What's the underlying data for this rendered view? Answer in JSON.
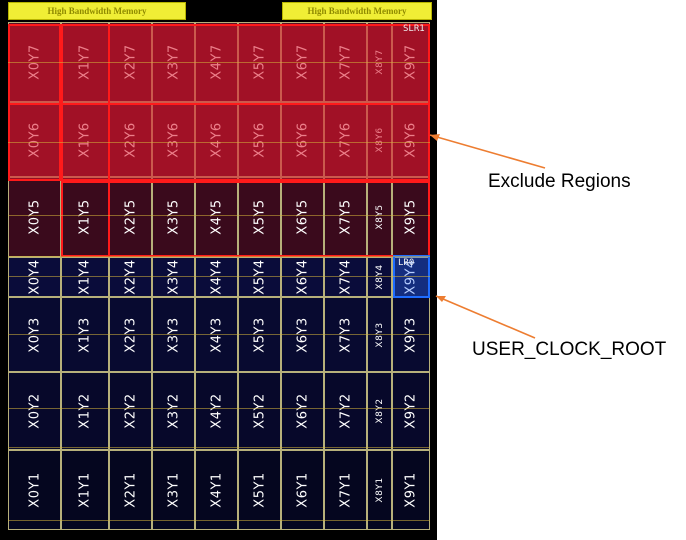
{
  "hbm": {
    "left_label": "High Bandwidth Memory",
    "right_label": "High Bandwidth Memory"
  },
  "grid": {
    "columns": [
      "X0",
      "X1",
      "X2",
      "X3",
      "X4",
      "X5",
      "X6",
      "X7",
      "X8",
      "X9"
    ],
    "rows": [
      "Y7",
      "Y6",
      "Y5",
      "Y4",
      "Y3",
      "Y2",
      "Y1"
    ],
    "x8_labels": {
      "Y7": "X8Y7",
      "Y6": "X8Y6",
      "Y5": "X8Y5",
      "Y4": "X8Y4",
      "Y3": "X8Y3",
      "Y2": "X8Y2",
      "Y1": "X8Y1"
    },
    "tags": {
      "slr_top": "SLR1",
      "slr_mid": "LR0"
    }
  },
  "annotations": {
    "exclude_label": "Exclude Regions",
    "root_label": "USER_CLOCK_ROOT"
  },
  "colors": {
    "exclude_fill": "#dc1428",
    "exclude_border": "#ff1a1a",
    "clock_root_border": "#1e6cff",
    "hbm_fill": "#f0ee35",
    "callout_arrow": "#ed7d31"
  }
}
